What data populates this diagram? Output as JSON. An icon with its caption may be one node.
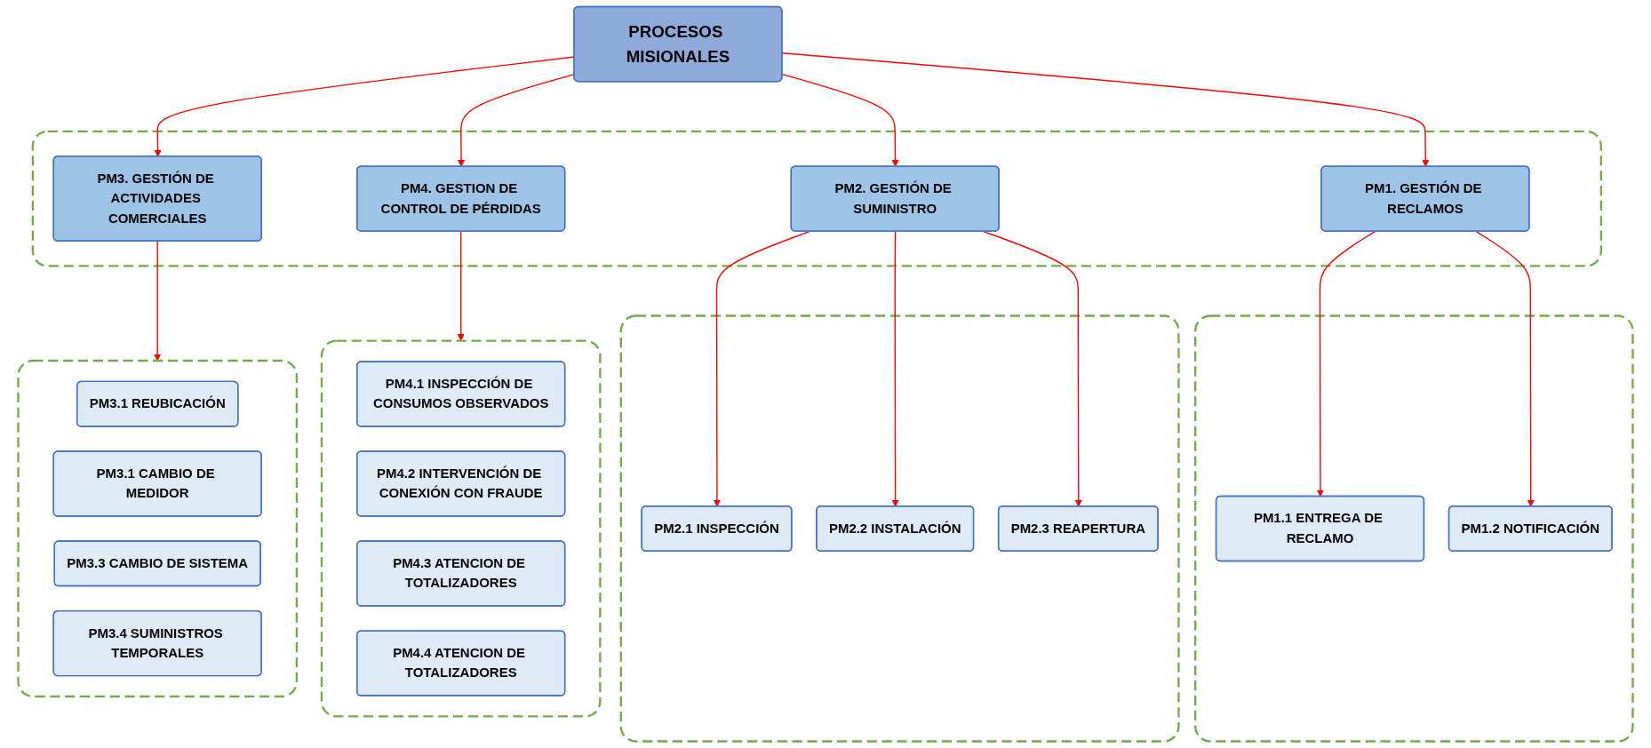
{
  "diagram": {
    "nodes": [
      {
        "text": [
          "PROCESOS MISIONALES"
        ]
      },
      {
        "text": [],
        "shape": "box"
      },
      {
        "text": [
          "PM1. GESTIÓN DE RECLAMOS"
        ],
        "in": 1
      },
      {
        "text": [
          "PM2. GESTIÓN DE SUMINISTRO"
        ],
        "in": 1
      },
      {
        "text": [
          "PM3. GESTIÓN DE ACTIVIDADES COMERCIALES"
        ],
        "in": 1
      },
      {
        "text": [
          "PM4. GESTION DE CONTROL DE PÉRDIDAS"
        ],
        "in": 1
      },
      {
        "text": [],
        "shape": "box"
      },
      {
        "text": [
          "PM1.1 ENTREGA DE RECLAMO"
        ],
        "in": 6
      },
      {
        "text": [
          "PM1.2 NOTIFICACIÓN"
        ],
        "in": 6
      },
      {
        "text": [],
        "shape": "box"
      },
      {
        "text": [
          "PM2.1 INSPECCIÓN"
        ],
        "in": 9
      },
      {
        "text": [
          "PM2.2 INSTALACIÓN"
        ],
        "in": 9
      },
      {
        "text": [
          "PM2.3 REAPERTURA"
        ],
        "in": 9
      },
      {
        "text": [],
        "shape": "box"
      },
      {
        "text": [
          "PM4.1 INSPECCIÓN DE CONSUMOS OBSERVADOS"
        ],
        "in": 13
      },
      {
        "text": [
          "PM4.2 INTERVENCIÓN DE CONEXIÓN CON FRAUDE"
        ],
        "in": 13
      },
      {
        "text": [
          "PM4.3 ATENCION DE TOTALIZADORES"
        ],
        "in": 13
      },
      {
        "text": [
          "PM4.4 ATENCION DE TOTALIZADORES"
        ],
        "in": 13
      },
      {
        "text": [],
        "shape": "box"
      },
      {
        "text": [
          "PM3.1 REUBICACIÓN"
        ],
        "in": 18
      },
      {
        "text": [
          "PM3.1 CAMBIO DE MEDIDOR"
        ],
        "in": 18
      },
      {
        "text": [
          "PM3.3 CAMBIO DE SISTEMA"
        ],
        "in": 18
      },
      {
        "text": [
          "PM3.4 SUMINISTROS TEMPORALES"
        ],
        "in": 18
      }
    ],
    "edges": [
      {
        "from": 0,
        "to": 2,
        "arrow": "to"
      },
      {
        "from": 0,
        "to": 3,
        "arrow": "to"
      },
      {
        "from": 0,
        "to": 4,
        "arrow": "to"
      },
      {
        "from": 0,
        "to": 5,
        "arrow": "to"
      },
      {
        "from": 2,
        "to": 7,
        "arrow": "to"
      },
      {
        "from": 2,
        "to": 8,
        "arrow": "to"
      },
      {
        "from": 3,
        "to": 10,
        "arrow": "to"
      },
      {
        "from": 3,
        "to": 11,
        "arrow": "to"
      },
      {
        "from": 3,
        "to": 12,
        "arrow": "to"
      },
      {
        "from": 4,
        "to": 18,
        "arrow": "to"
      },
      {
        "from": 5,
        "to": 13,
        "arrow": "to"
      }
    ]
  }
}
